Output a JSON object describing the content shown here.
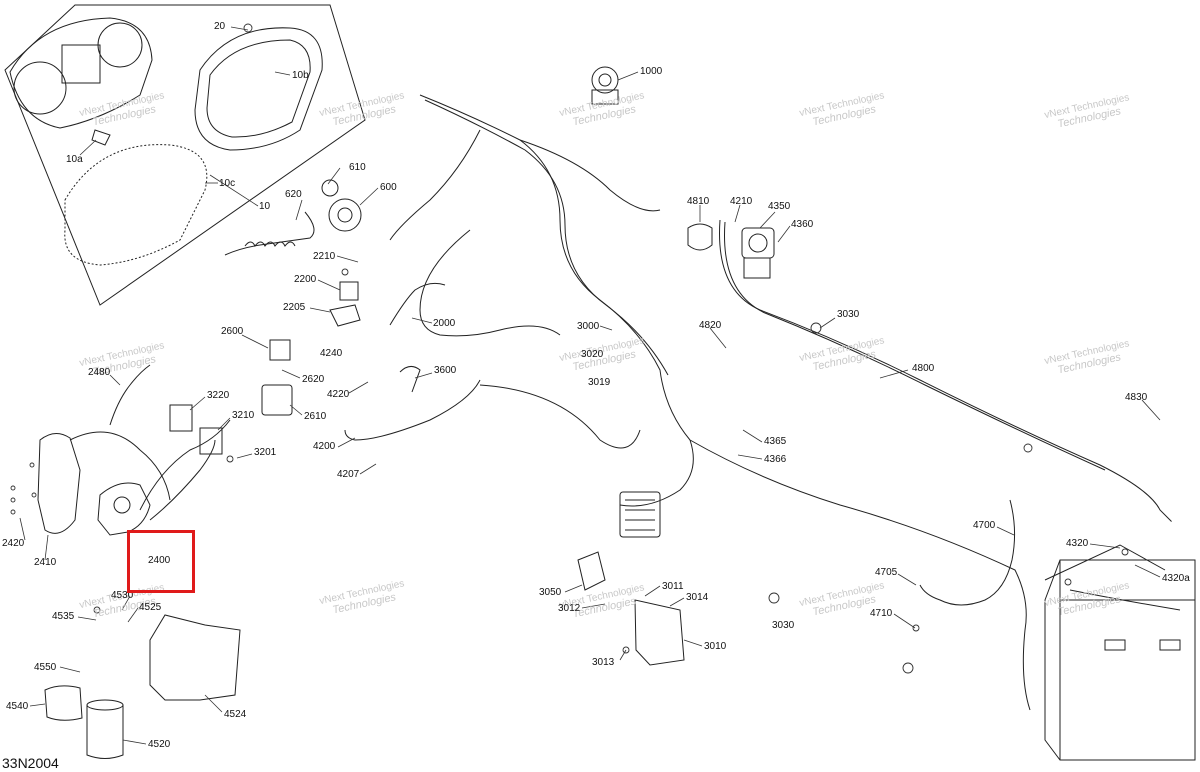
{
  "diagram_code": "33N2004",
  "highlight": {
    "label": "2400",
    "color": "#e01a1a"
  },
  "watermark": {
    "line1": "vNext Technologies",
    "line2": "Technologies"
  },
  "parts": [
    "20",
    "10b",
    "10a",
    "10c",
    "10",
    "610",
    "600",
    "620",
    "2210",
    "2200",
    "2205",
    "2000",
    "1000",
    "4810",
    "4210",
    "4350",
    "4360",
    "3000",
    "3030",
    "4820",
    "3020",
    "3019",
    "4800",
    "2600",
    "2480",
    "4240",
    "2620",
    "4220",
    "3600",
    "3220",
    "2610",
    "3210",
    "4200",
    "3201",
    "4207",
    "4365",
    "4366",
    "4830",
    "2420",
    "2410",
    "4700",
    "4320",
    "4705",
    "4320a",
    "3050",
    "3011",
    "3012",
    "3014",
    "4710",
    "3030",
    "4535",
    "4530",
    "4525",
    "3013",
    "3010",
    "4550",
    "4540",
    "4524",
    "4520"
  ]
}
